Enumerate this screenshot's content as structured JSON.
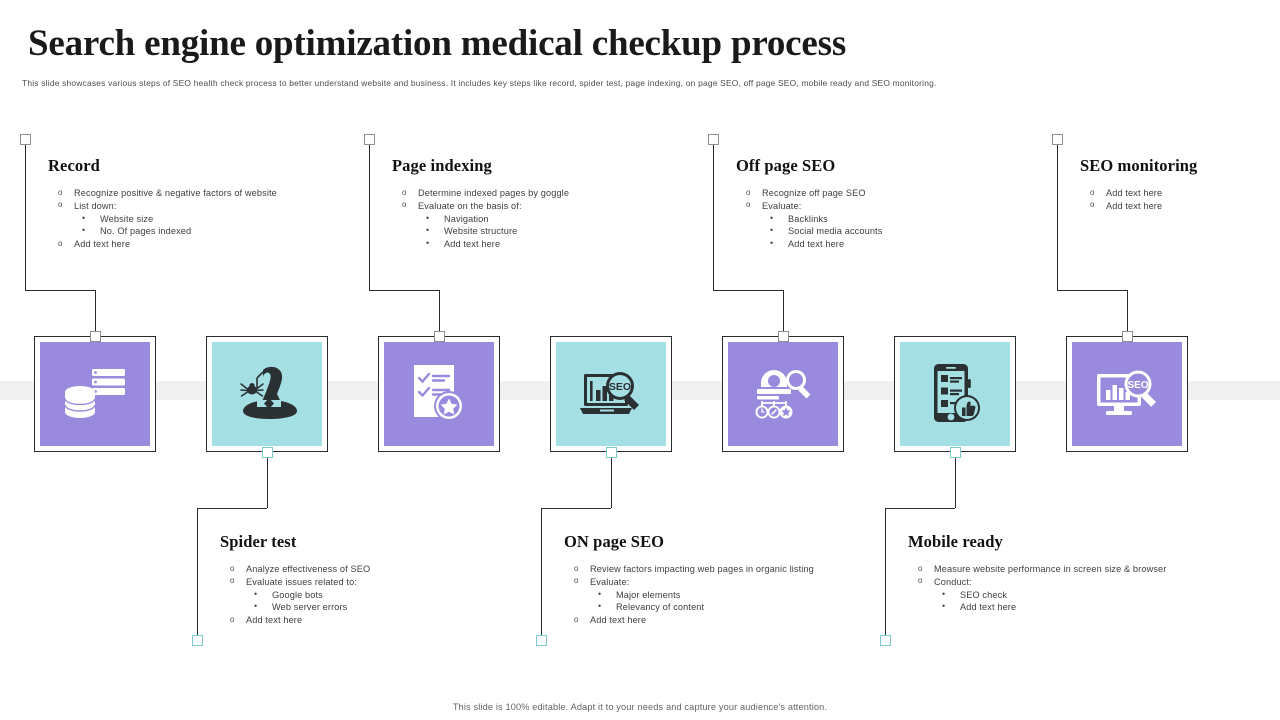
{
  "header": {
    "title": "Search engine optimization medical checkup process",
    "subtitle": "This slide showcases various steps of SEO health check process to better understand website and business. It includes key steps like record, spider test, page indexing, on page SEO, off page SEO, mobile ready and SEO monitoring."
  },
  "footer": {
    "note": "This slide is 100% editable. Adapt it to your needs and capture your audience's attention."
  },
  "colors": {
    "purple": "#9a8ade",
    "cyan": "#a4dfe3",
    "band": "#f0f0f0",
    "box_border": "#2b2b2b",
    "text": "#3f3f3f",
    "heading": "#111111"
  },
  "steps": [
    {
      "id": "record",
      "title": "Record",
      "icon": "database-records-icon",
      "fill": "purple",
      "position": "top",
      "bullets": [
        {
          "text": "Recognize positive & negative factors of website",
          "sub": []
        },
        {
          "text": "List down:",
          "sub": [
            "Website size",
            "No. Of pages indexed"
          ]
        },
        {
          "text": "Add text here",
          "sub": []
        }
      ]
    },
    {
      "id": "spider-test",
      "title": "Spider test",
      "icon": "witch-hat-spider-icon",
      "fill": "cyan",
      "position": "bottom",
      "bullets": [
        {
          "text": "Analyze effectiveness of SEO",
          "sub": []
        },
        {
          "text": "Evaluate issues related to:",
          "sub": [
            "Google bots",
            "Web server errors"
          ]
        },
        {
          "text": "Add text here",
          "sub": []
        }
      ]
    },
    {
      "id": "page-indexing",
      "title": "Page indexing",
      "icon": "checklist-star-icon",
      "fill": "purple",
      "position": "top",
      "bullets": [
        {
          "text": "Determine indexed pages by goggle",
          "sub": []
        },
        {
          "text": "Evaluate on the basis of:",
          "sub": [
            "Navigation",
            "Website structure",
            "Add text here"
          ]
        }
      ]
    },
    {
      "id": "on-page-seo",
      "title": "ON page SEO",
      "icon": "laptop-seo-magnifier-icon",
      "fill": "cyan",
      "position": "bottom",
      "bullets": [
        {
          "text": "Review factors impacting web pages in organic listing",
          "sub": []
        },
        {
          "text": "Evaluate:",
          "sub": [
            "Major elements",
            "Relevancy of content"
          ]
        },
        {
          "text": "Add text here",
          "sub": []
        }
      ]
    },
    {
      "id": "off-page-seo",
      "title": "Off page SEO",
      "icon": "offpage-network-magnifier-icon",
      "fill": "purple",
      "position": "top",
      "bullets": [
        {
          "text": "Recognize off page SEO",
          "sub": []
        },
        {
          "text": "Evaluate:",
          "sub": [
            "Backlinks",
            "Social media accounts",
            "Add text here"
          ]
        }
      ]
    },
    {
      "id": "mobile-ready",
      "title": "Mobile ready",
      "icon": "mobile-thumbs-up-icon",
      "fill": "cyan",
      "position": "bottom",
      "bullets": [
        {
          "text": "Measure website performance in screen size & browser",
          "sub": []
        },
        {
          "text": "Conduct:",
          "sub": [
            "SEO check",
            "Add text here"
          ]
        }
      ]
    },
    {
      "id": "seo-monitoring",
      "title": "SEO monitoring",
      "icon": "monitor-seo-magnifier-icon",
      "fill": "purple",
      "position": "top",
      "bullets": [
        {
          "text": "Add text here",
          "sub": []
        },
        {
          "text": "Add text here",
          "sub": []
        }
      ]
    }
  ]
}
